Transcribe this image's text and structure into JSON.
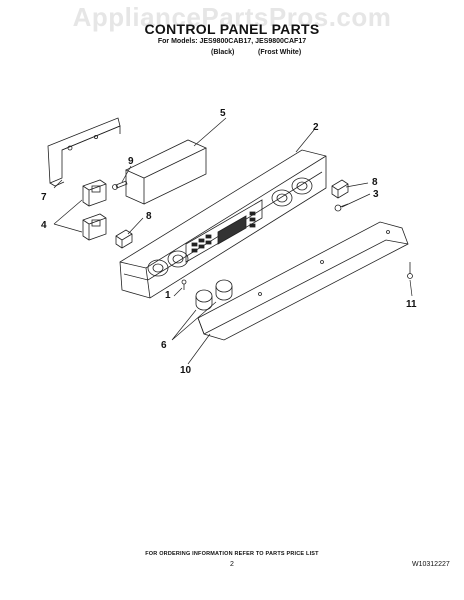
{
  "header": {
    "watermark": "AppliancePartsPros.com",
    "title": "CONTROL PANEL PARTS",
    "models_line": "For Models: JES9800CAB17, JES9800CAF17",
    "color_black": "(Black)",
    "color_white": "(Frost White)"
  },
  "callouts": {
    "c5": "5",
    "c2": "2",
    "c9": "9",
    "c8a": "8",
    "c3": "3",
    "c7": "7",
    "c4": "4",
    "c8b": "8",
    "c1": "1",
    "c11": "11",
    "c6": "6",
    "c10": "10"
  },
  "footer": {
    "ordering_note": "FOR ORDERING INFORMATION REFER TO PARTS PRICE LIST",
    "page_number": "2",
    "doc_number": "W10312227"
  }
}
